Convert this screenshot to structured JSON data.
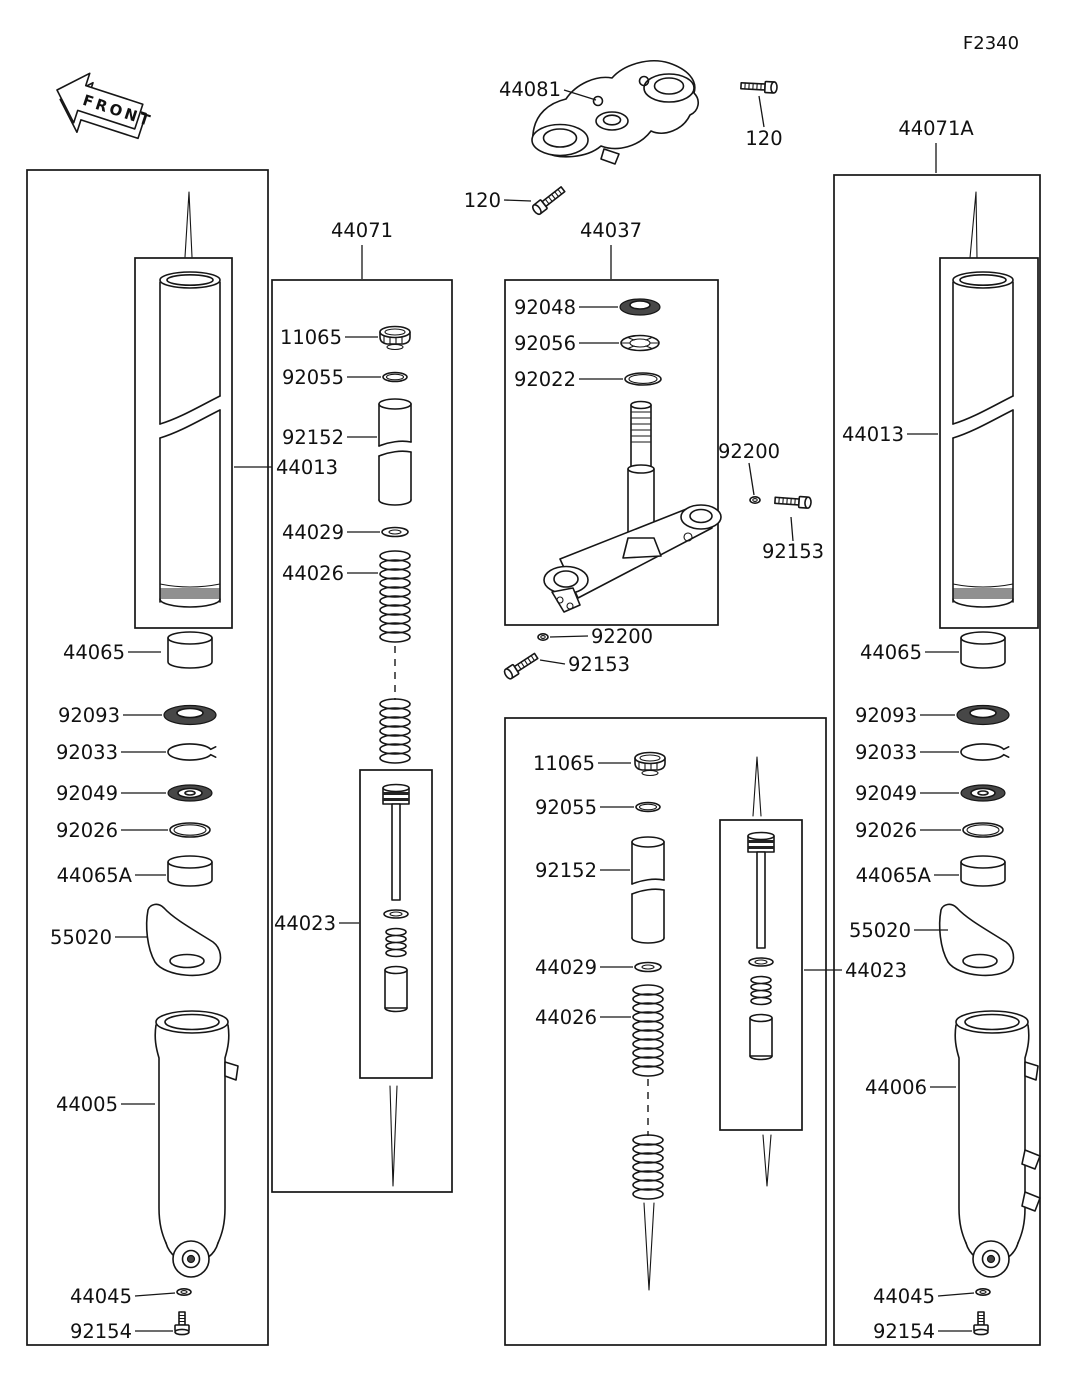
{
  "figure": {
    "code": "F2340"
  },
  "front_arrow": {
    "label": "FRONT"
  },
  "callouts": {
    "44081": "44081",
    "120": "120",
    "44071": "44071",
    "44071A": "44071A",
    "44037": "44037",
    "44013": "44013",
    "11065": "11065",
    "92055": "92055",
    "92152": "92152",
    "44029": "44029",
    "44026": "44026",
    "44023": "44023",
    "92048": "92048",
    "92056": "92056",
    "92022": "92022",
    "92200": "92200",
    "92153": "92153",
    "44065": "44065",
    "92093": "92093",
    "92033": "92033",
    "92049": "92049",
    "92026": "92026",
    "44065A": "44065A",
    "55020": "55020",
    "44005": "44005",
    "44006": "44006",
    "44045": "44045",
    "92154": "92154"
  }
}
